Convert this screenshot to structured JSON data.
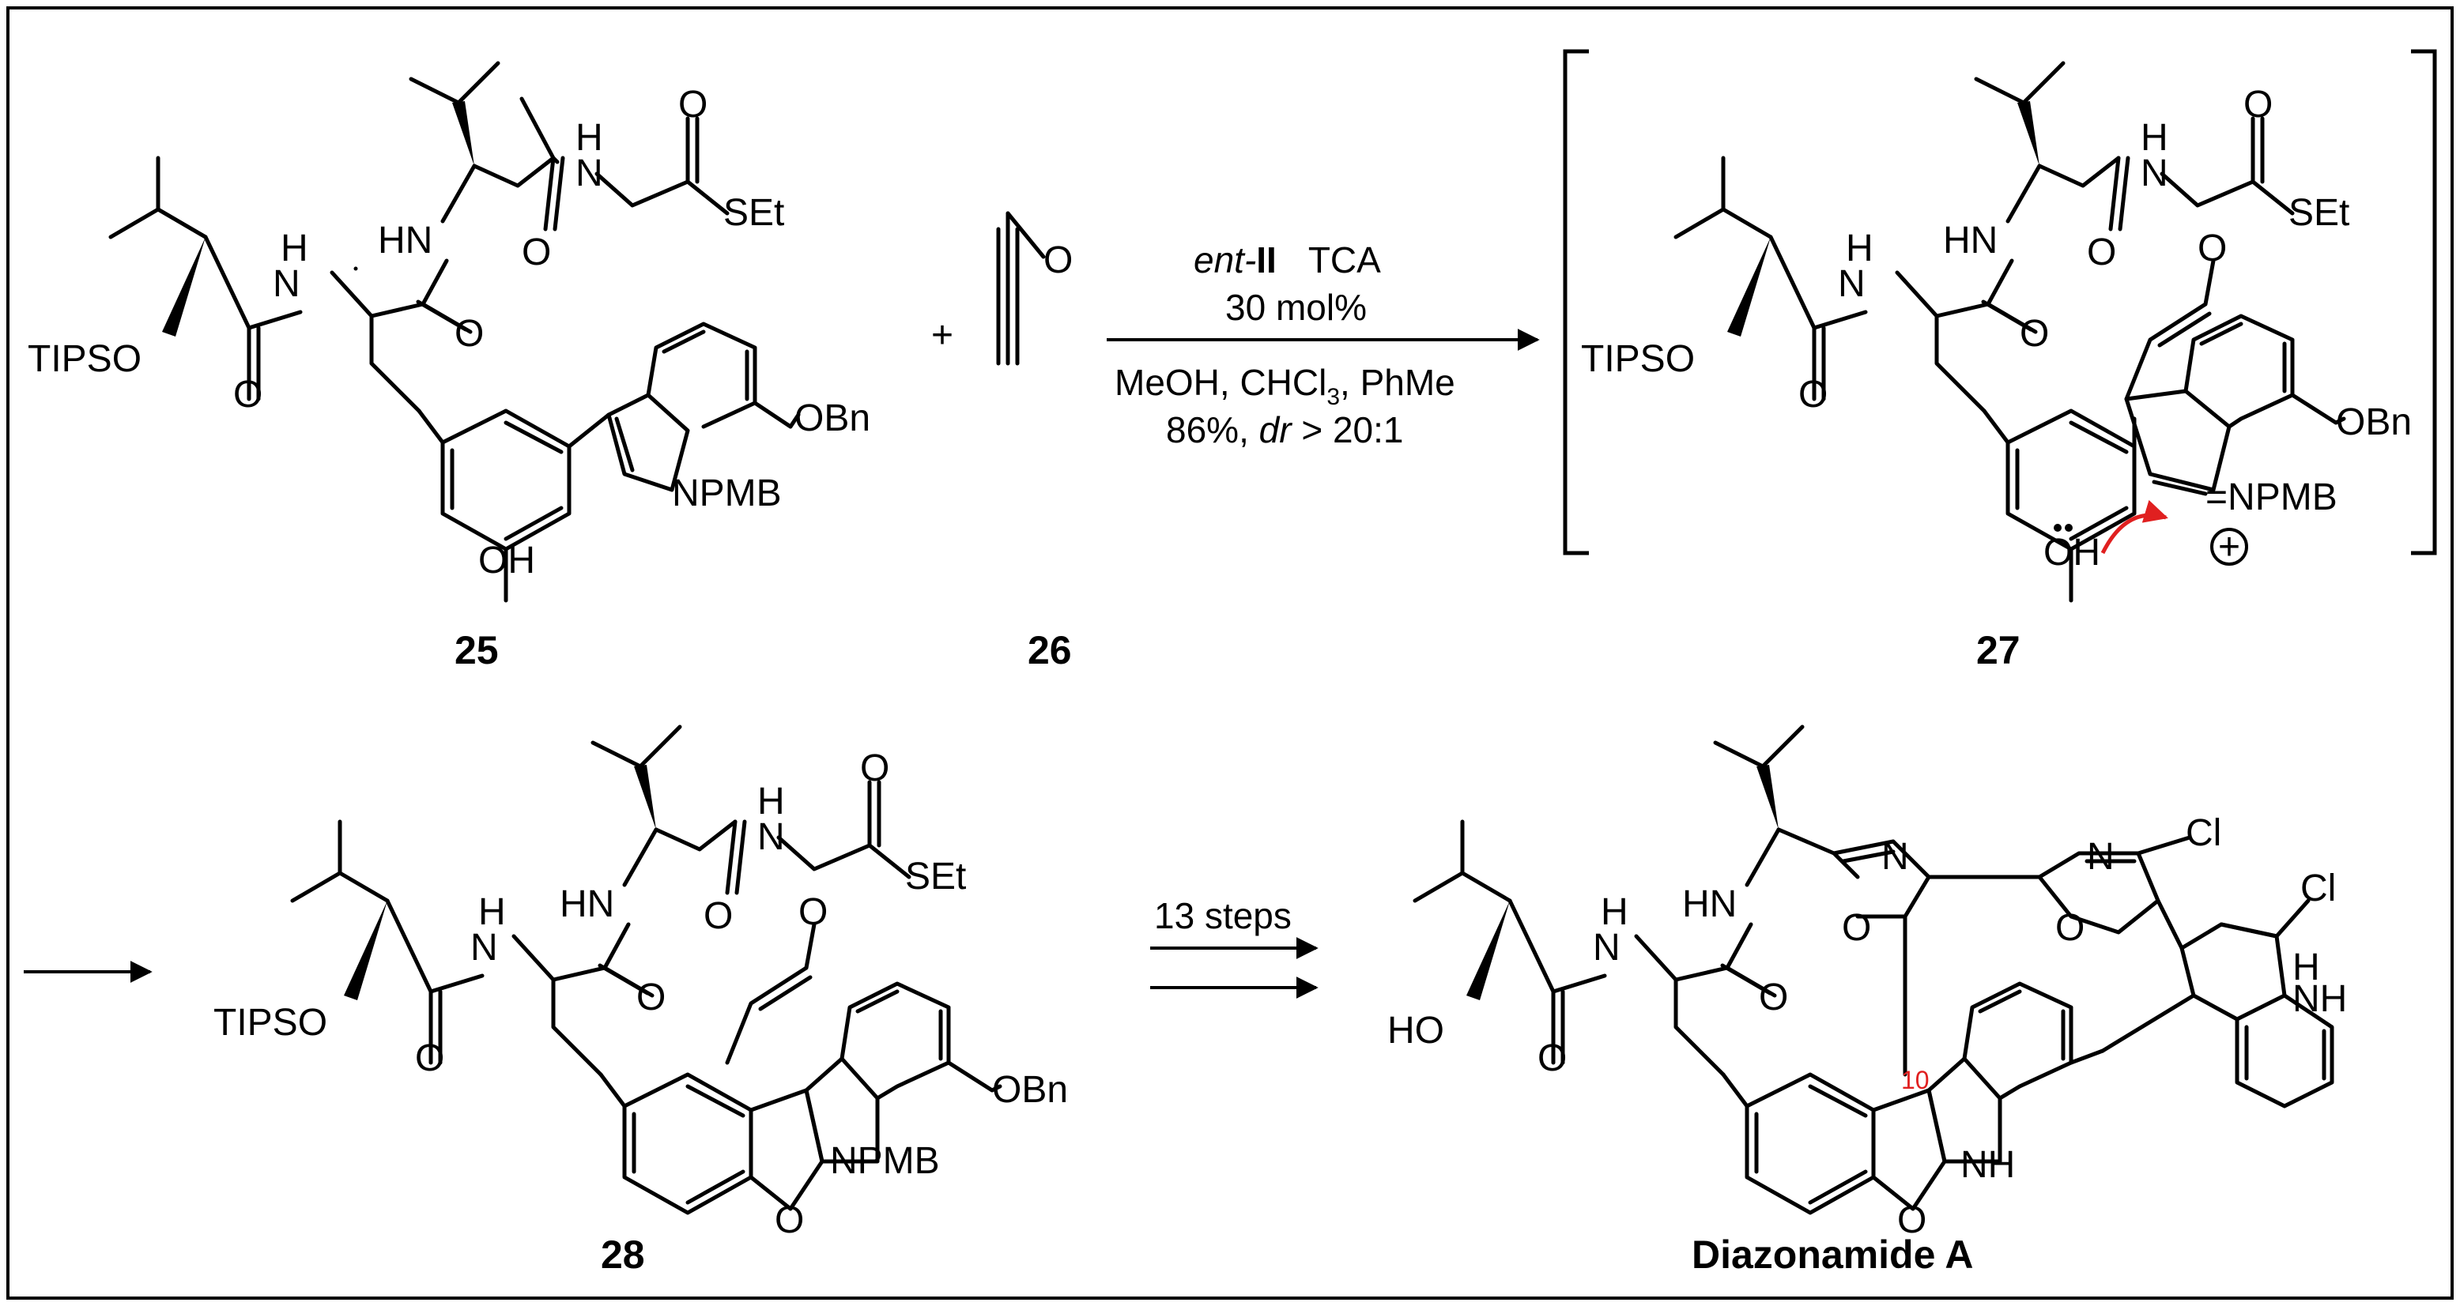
{
  "scheme": {
    "colors": {
      "line": "#000000",
      "arrow_push": "#e02020",
      "locant": "#e02020"
    },
    "compounds": {
      "c25": {
        "number": "25",
        "labels": {
          "tipso": "TIPSO",
          "h1": "H",
          "n1": "N",
          "o1": "O",
          "hn2": "HN",
          "o2": "O",
          "h3": "H",
          "n3": "N",
          "o3": "O",
          "o4": "O",
          "set": "SEt",
          "obn": "OBn",
          "npmb": "NPMB",
          "oh": "OH"
        }
      },
      "c26": {
        "number": "26",
        "labels": {
          "o": "O"
        }
      },
      "c27": {
        "number": "27",
        "labels": {
          "tipso": "TIPSO",
          "h1": "H",
          "n1": "N",
          "o1": "O",
          "hn2": "HN",
          "o2": "O",
          "h3": "H",
          "n3": "N",
          "o3": "O",
          "o4": "O",
          "set": "SEt",
          "ald_o": "O",
          "obn": "OBn",
          "npmb": "=NPMB",
          "oh": "OH",
          "plus": "+"
        }
      },
      "c28": {
        "number": "28",
        "labels": {
          "tipso": "TIPSO",
          "h1": "H",
          "n1": "N",
          "o1": "O",
          "hn2": "HN",
          "o2": "O",
          "h3": "H",
          "n3": "N",
          "o3": "O",
          "o4": "O",
          "set": "SEt",
          "ald_o": "O",
          "obn": "OBn",
          "npmb": "NPMB",
          "ring_o": "O"
        }
      },
      "diaz": {
        "number": "Diazonamide A",
        "labels": {
          "ho": "HO",
          "h1": "H",
          "n1": "N",
          "o1": "O",
          "hn2": "HN",
          "o2": "O",
          "ox1_n": "N",
          "ox1_o": "O",
          "ox2_n": "N",
          "ox2_o": "O",
          "cl1": "Cl",
          "cl2": "Cl",
          "nh_indole": "NH",
          "h_indole": "H",
          "nh_aminal": "NH",
          "ring_o": "O",
          "c10": "10"
        }
      }
    },
    "plus_sign": "+",
    "conditions": {
      "catalyst_prefix": "ent-",
      "catalyst": "II",
      "cocatalyst": "TCA",
      "loading": "30 mol%",
      "solvents_a": "MeOH, CHCl",
      "solvents_sub": "3",
      "solvents_b": ", PhMe",
      "yield": "86%, ",
      "dr_label": "dr",
      "dr_value": " > 20:1"
    },
    "second_step": "13 steps"
  }
}
